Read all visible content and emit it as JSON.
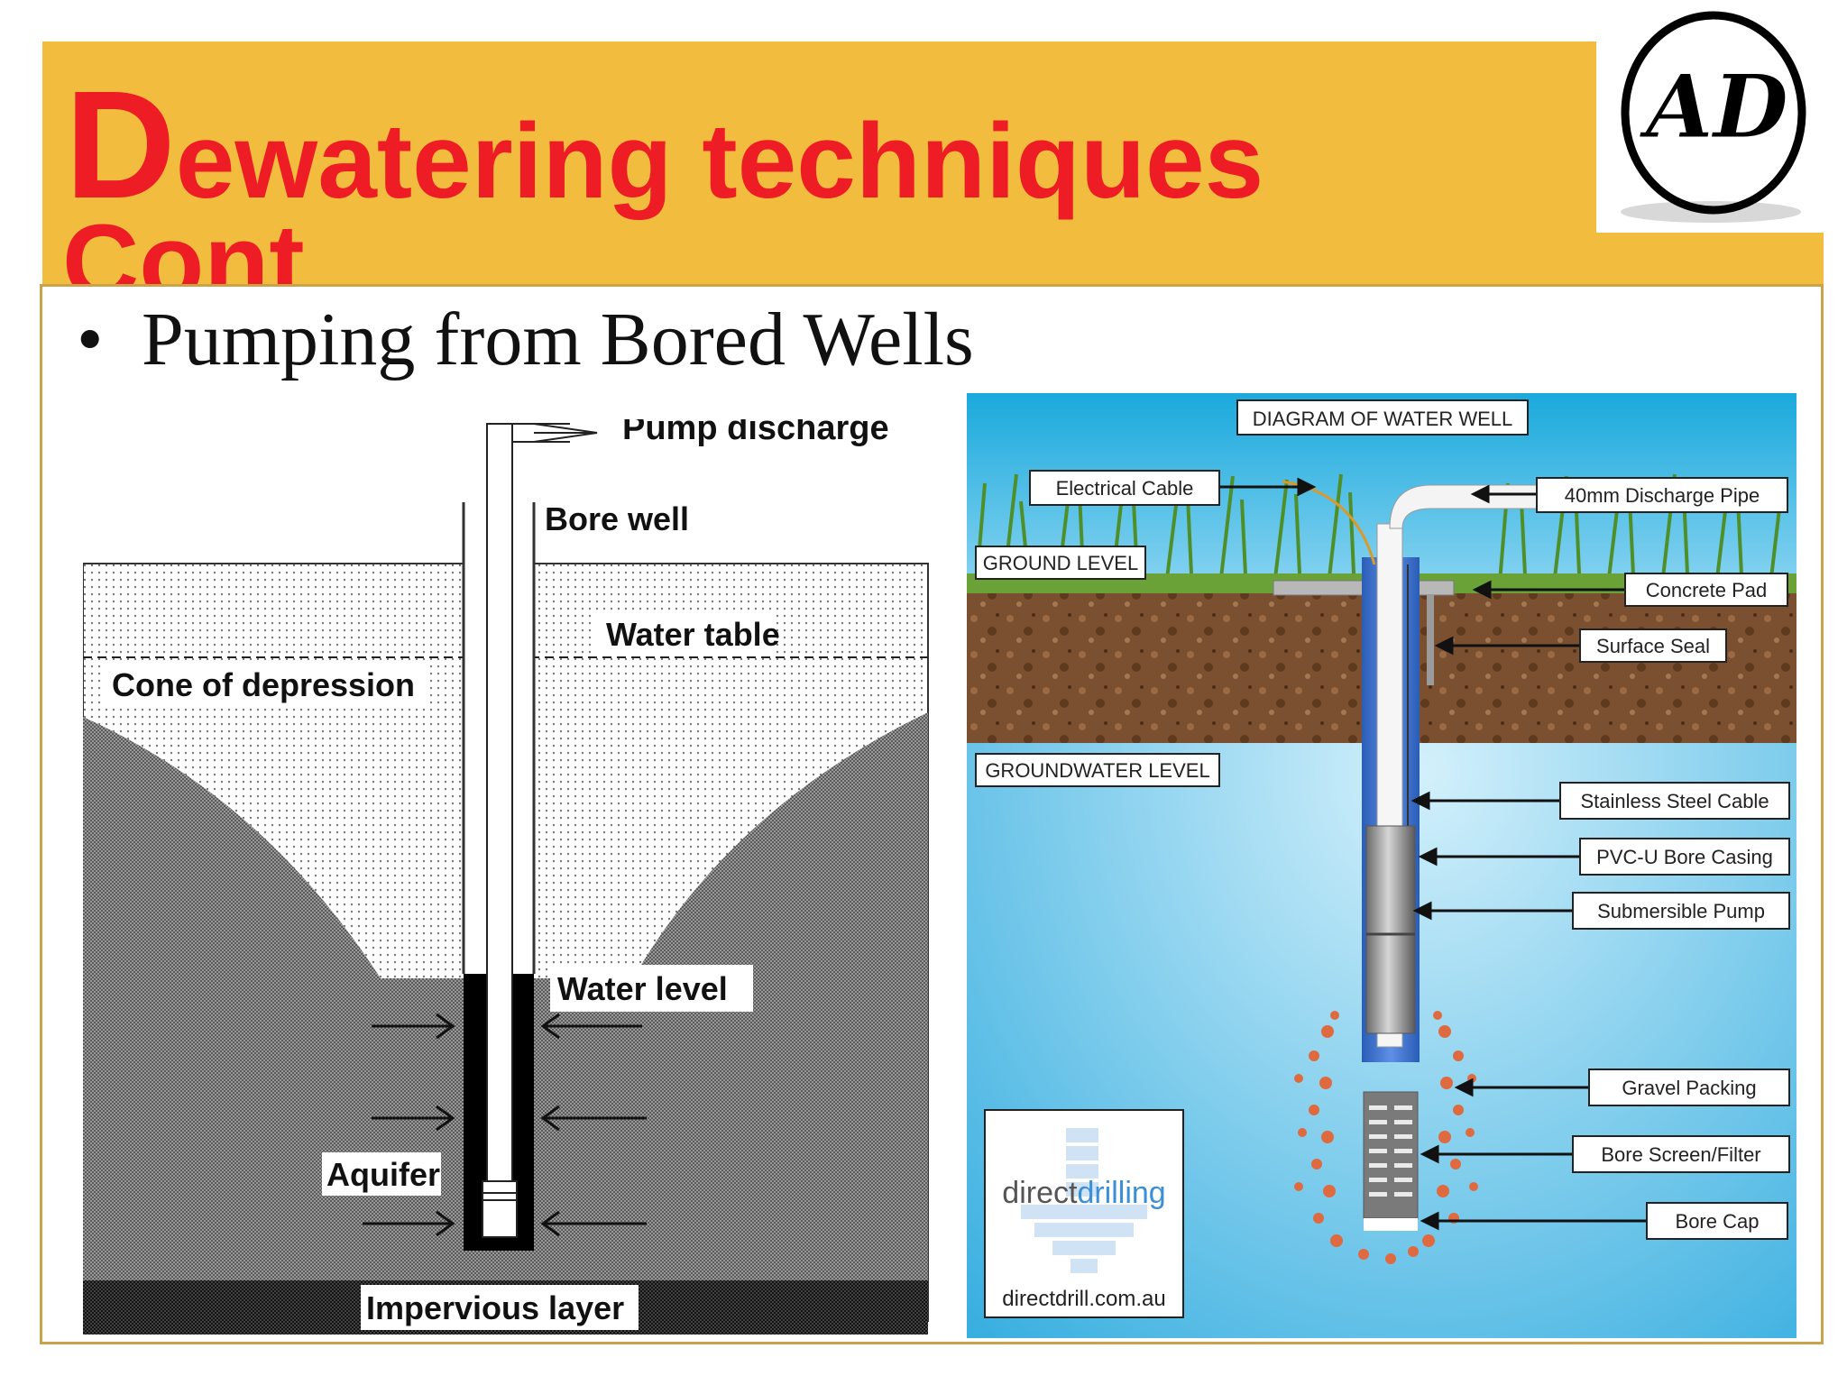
{
  "title": {
    "first_letter": "D",
    "rest": "ewatering techniques",
    "line2": "Cont"
  },
  "logo": {
    "text": "AD"
  },
  "bullet": {
    "symbol": "•",
    "text": "Pumping from Bored Wells"
  },
  "left_diagram": {
    "labels": {
      "pump_discharge": "Pump discharge",
      "bore_well": "Bore well",
      "water_table": "Water table",
      "cone": "Cone of depression",
      "water_level": "Water level",
      "aquifer": "Aquifer",
      "impervious": "Impervious layer"
    }
  },
  "right_diagram": {
    "title": "DIAGRAM OF WATER WELL",
    "ground_level": "GROUND LEVEL",
    "groundwater_level": "GROUNDWATER LEVEL",
    "callouts": {
      "electrical_cable": "Electrical Cable",
      "discharge_pipe": "40mm Discharge Pipe",
      "concrete_pad": "Concrete Pad",
      "surface_seal": "Surface Seal",
      "stainless_cable": "Stainless Steel Cable",
      "bore_casing": "PVC-U Bore Casing",
      "submersible_pump": "Submersible Pump",
      "gravel_packing": "Gravel Packing",
      "bore_screen": "Bore Screen/Filter",
      "bore_cap": "Bore Cap"
    },
    "brand": {
      "part1": "direct",
      "part2": "drilling",
      "url": "directdrill.com.au"
    }
  }
}
